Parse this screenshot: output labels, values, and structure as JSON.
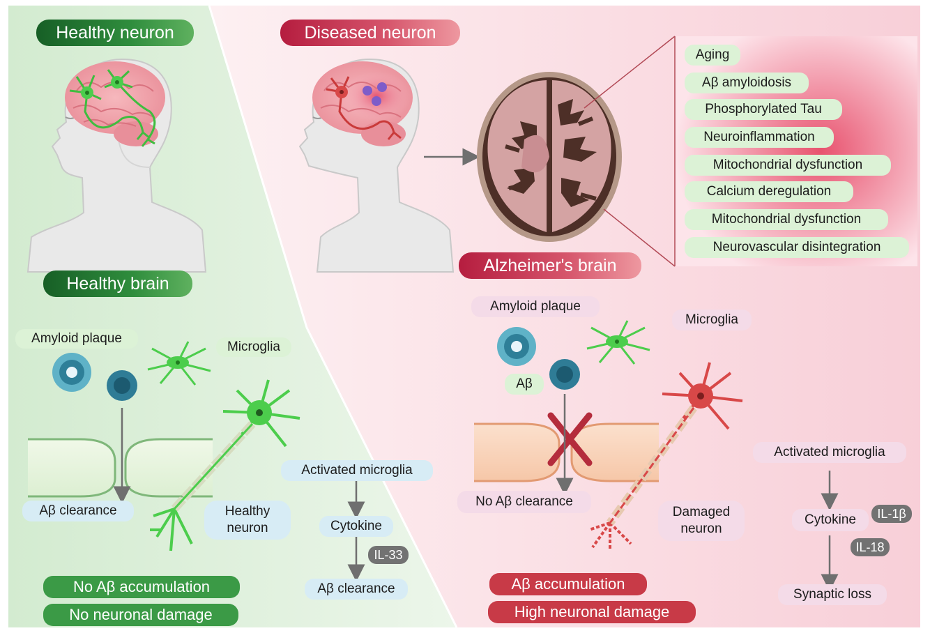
{
  "left": {
    "title": "Healthy neuron",
    "brain_label": "Healthy brain",
    "amyloid_plaque": "Amyloid plaque",
    "microglia": "Microglia",
    "ab_clearance": "Aβ clearance",
    "healthy_neuron": [
      "Healthy",
      "neuron"
    ],
    "activated_microglia": "Activated microglia",
    "cytokine": "Cytokine",
    "il33": "IL-33",
    "ab_clearance_2": "Aβ clearance",
    "result_1": "No Aβ accumulation",
    "result_2": "No neuronal damage"
  },
  "right": {
    "title": "Diseased neuron",
    "brain_label": "Alzheimer's brain",
    "factors": [
      "Aging",
      "Aβ amyloidosis",
      "Phosphorylated Tau",
      "Neuroinflammation",
      "Mitochondrial dysfunction",
      "Calcium deregulation",
      "Mitochondrial dysfunction",
      "Neurovascular disintegration"
    ],
    "amyloid_plaque": "Amyloid plaque",
    "microglia": "Microglia",
    "ab": "Aβ",
    "no_ab_clearance": "No Aβ clearance",
    "damaged_neuron": [
      "Damaged",
      "neuron"
    ],
    "activated_microglia": "Activated microglia",
    "cytokine": "Cytokine",
    "il1b": "IL-1β",
    "il18": "IL-18",
    "synaptic_loss": "Synaptic loss",
    "result_1": "Aβ accumulation",
    "result_2": "High neuronal damage"
  },
  "colors": {
    "healthy_green": "#3b9a46",
    "diseased_red": "#c83a47",
    "neuron_green": "#4ccd4c",
    "neuron_red": "#d84848"
  }
}
